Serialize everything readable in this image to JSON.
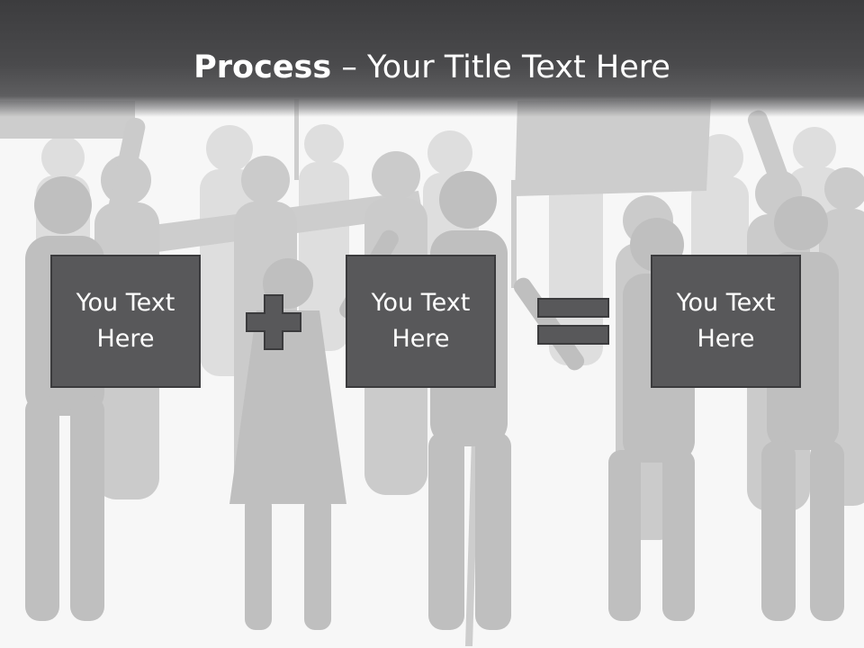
{
  "title": {
    "bold": "Process",
    "dash": " – ",
    "rest": "Your Title Text Here"
  },
  "boxes": [
    {
      "text": "You Text\nHere"
    },
    {
      "text": "You Text\nHere"
    },
    {
      "text": "You Text\nHere"
    }
  ],
  "operators": [
    "plus",
    "equals"
  ],
  "colors": {
    "header": "#3c3c3e",
    "box": "#58585a",
    "box_border": "#3b3b3d",
    "background": "#f7f7f7",
    "silhouette": "#c8c8c8"
  }
}
